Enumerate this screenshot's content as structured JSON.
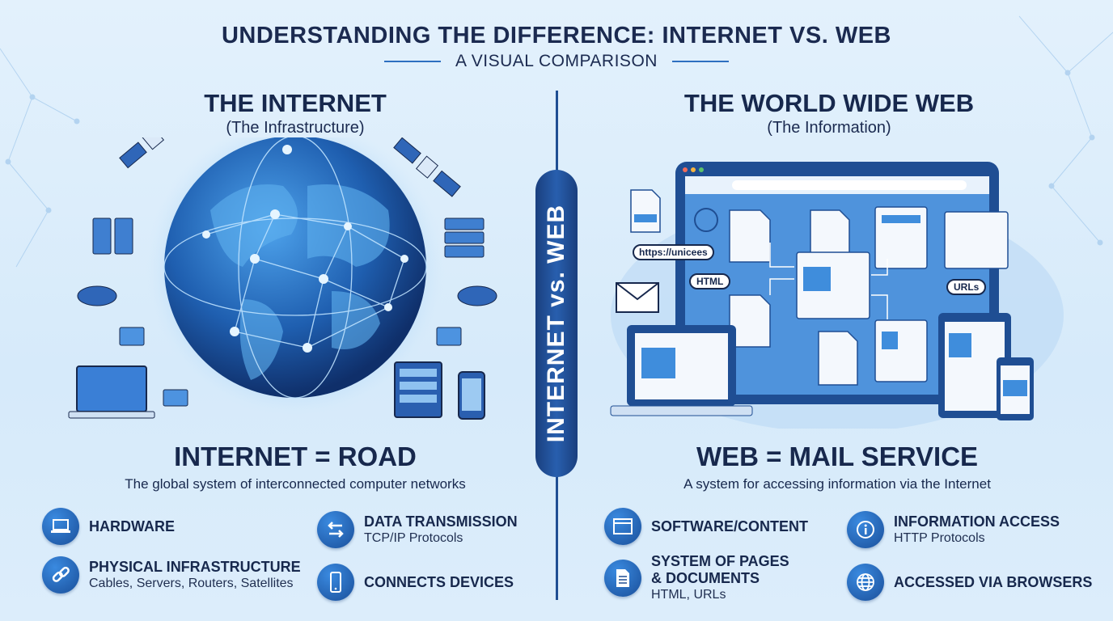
{
  "header": {
    "title": "UNDERSTANDING THE DIFFERENCE: INTERNET VS. WEB",
    "subtitle": "A VISUAL COMPARISON"
  },
  "divider": {
    "label": "INTERNET vs. WEB"
  },
  "internet": {
    "title": "THE INTERNET",
    "subtitle": "(The Infrastructure)",
    "analogy": "INTERNET = ROAD",
    "description": "The global system of interconnected computer networks",
    "features": [
      {
        "icon": "laptop-icon",
        "title": "HARDWARE"
      },
      {
        "icon": "link-icon",
        "title": "PHYSICAL INFRASTRUCTURE",
        "detail": "Cables, Servers, Routers, Satellites"
      },
      {
        "icon": "arrows-exchange-icon",
        "title": "DATA TRANSMISSION",
        "detail": "TCP/IP Protocols"
      },
      {
        "icon": "smartphone-icon",
        "title": "CONNECTS DEVICES"
      }
    ]
  },
  "web": {
    "title": "THE WORLD WIDE WEB",
    "subtitle": "(The Information)",
    "analogy": "WEB = MAIL SERVICE",
    "description": "A system for accessing information via the Internet",
    "illustration": {
      "url_tag": "https://unicees",
      "html_tag": "HTML",
      "urls_tag": "URLs"
    },
    "features": [
      {
        "icon": "browser-window-icon",
        "title": "SOFTWARE/CONTENT"
      },
      {
        "icon": "document-icon",
        "title": "SYSTEM OF PAGES",
        "title2": "& DOCUMENTS",
        "detail": "HTML, URLs"
      },
      {
        "icon": "info-icon",
        "title": "INFORMATION ACCESS",
        "detail": "HTTP Protocols"
      },
      {
        "icon": "globe-icon",
        "title": "ACCESSED VIA BROWSERS"
      }
    ]
  },
  "colors": {
    "primary": "#1f4e93",
    "accent": "#3a8ae0",
    "text": "#17284d",
    "background": "#dbedfb"
  }
}
